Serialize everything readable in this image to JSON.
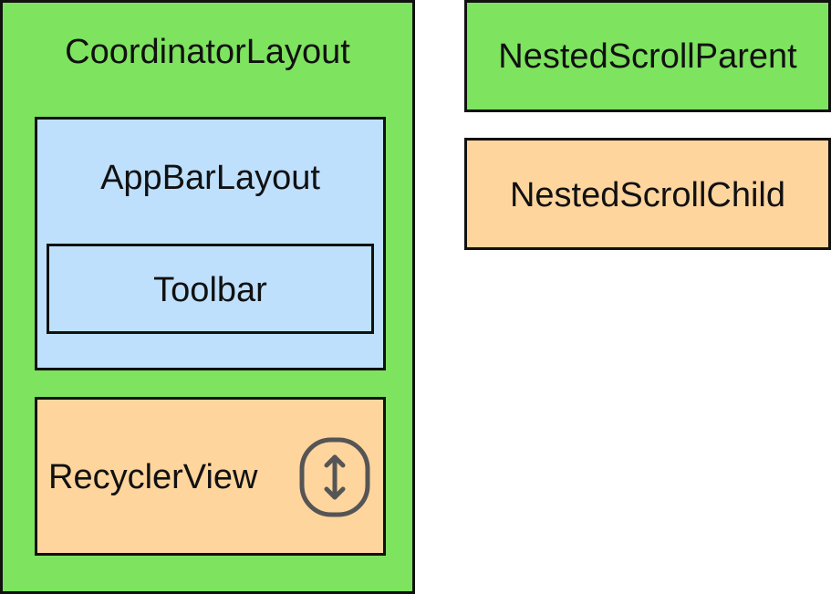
{
  "colors": {
    "nested_scroll_parent": "#7ee35f",
    "app_bar": "#bee0fc",
    "nested_scroll_child": "#ffd59e",
    "border": "#111111",
    "icon": "#555555"
  },
  "diagram": {
    "coordinator_label": "CoordinatorLayout",
    "appbar_label": "AppBarLayout",
    "toolbar_label": "Toolbar",
    "recycler_label": "RecyclerView",
    "scroll_icon": "vertical-scroll-icon"
  },
  "legend": {
    "parent_label": "NestedScrollParent",
    "child_label": "NestedScrollChild"
  }
}
